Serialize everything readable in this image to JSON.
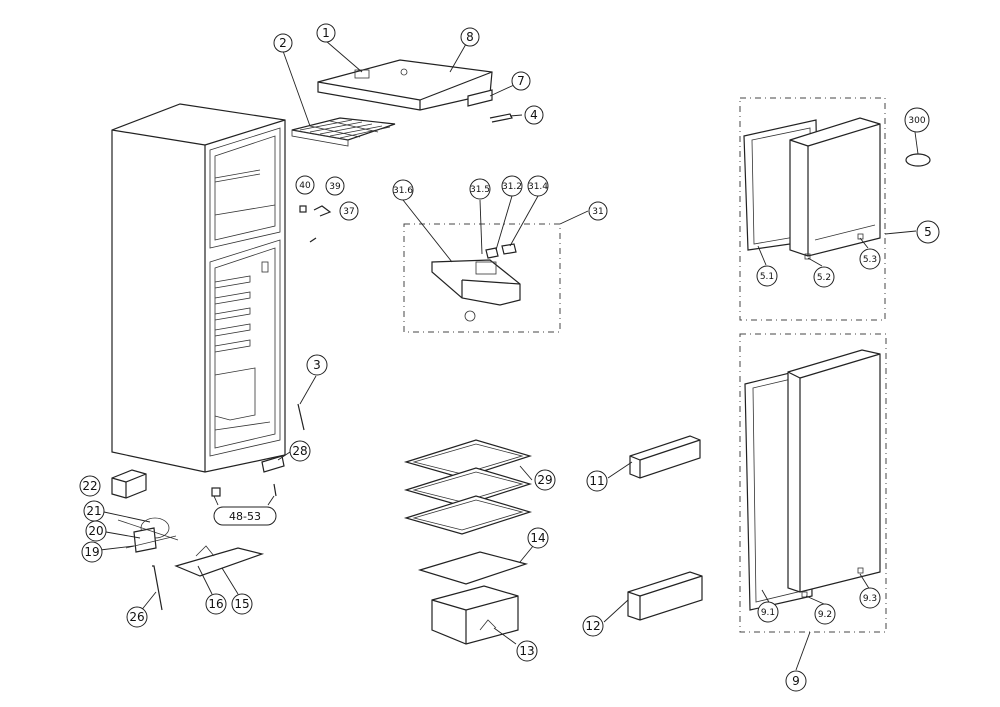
{
  "callouts": {
    "c1": "1",
    "c2": "2",
    "c8": "8",
    "c7": "7",
    "c4": "4",
    "c40": "40",
    "c39": "39",
    "c37": "37",
    "c31_6": "31.6",
    "c31_5": "31.5",
    "c31_2": "31.2",
    "c31_4": "31.4",
    "c31": "31",
    "c300": "300",
    "c5": "5",
    "c5_1": "5.1",
    "c5_2": "5.2",
    "c5_3": "5.3",
    "c3": "3",
    "c28": "28",
    "c22": "22",
    "c21": "21",
    "c20": "20",
    "c19": "19",
    "c26": "26",
    "c16": "16",
    "c15": "15",
    "c29": "29",
    "c14": "14",
    "c13": "13",
    "c11": "11",
    "c12": "12",
    "c9": "9",
    "c9_1": "9.1",
    "c9_2": "9.2",
    "c9_3": "9.3"
  },
  "label_box": "48-53"
}
